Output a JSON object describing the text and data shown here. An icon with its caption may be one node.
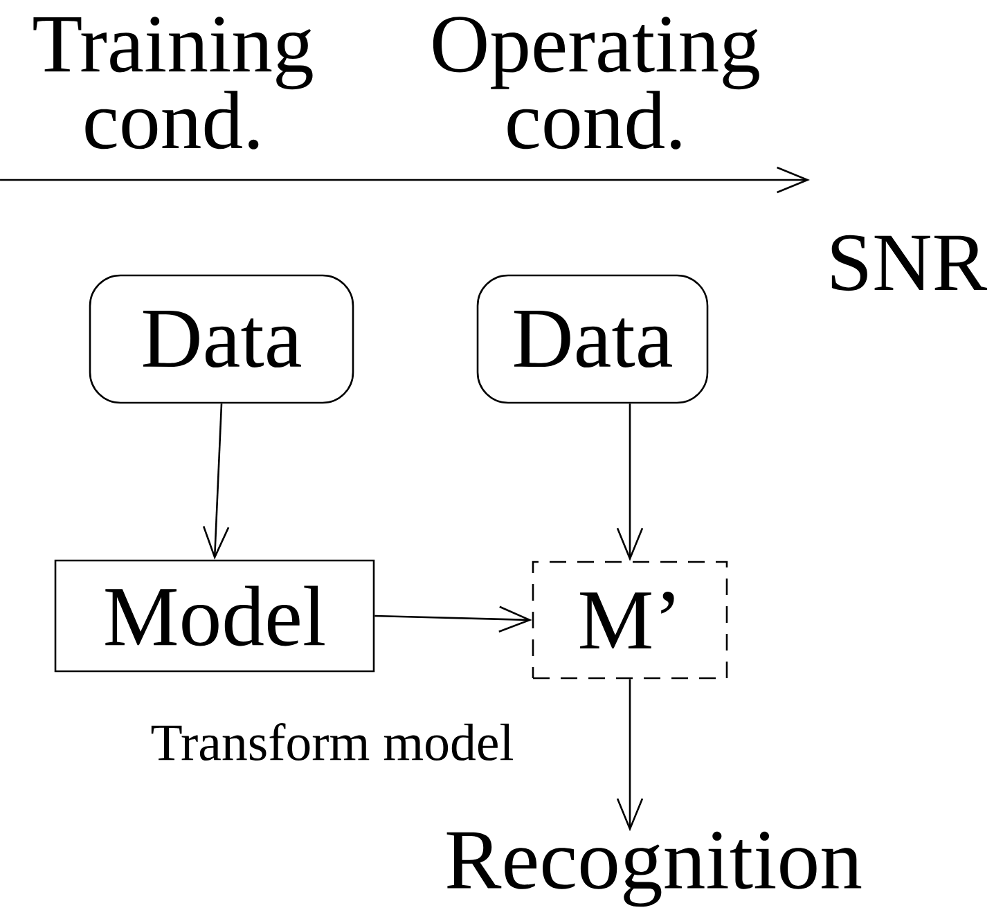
{
  "diagram": {
    "nodes": [
      {
        "text": [
          "Data"
        ]
      },
      {
        "text": [
          "Data"
        ]
      },
      {
        "text": [
          "Model"
        ]
      },
      {
        "text": [
          "M’"
        ]
      },
      {
        "text": [
          "Recognition"
        ]
      }
    ],
    "edges": [
      {
        "from": 0,
        "to": 2,
        "arrow": "to"
      },
      {
        "from": 1,
        "to": 3,
        "arrow": "to"
      },
      {
        "from": 2,
        "to": 3,
        "arrow": "to"
      },
      {
        "from": 3,
        "to": 4,
        "arrow": "to"
      }
    ],
    "labels": [
      "Training cond.",
      "Operating cond.",
      "SNR",
      "Transform model"
    ]
  }
}
